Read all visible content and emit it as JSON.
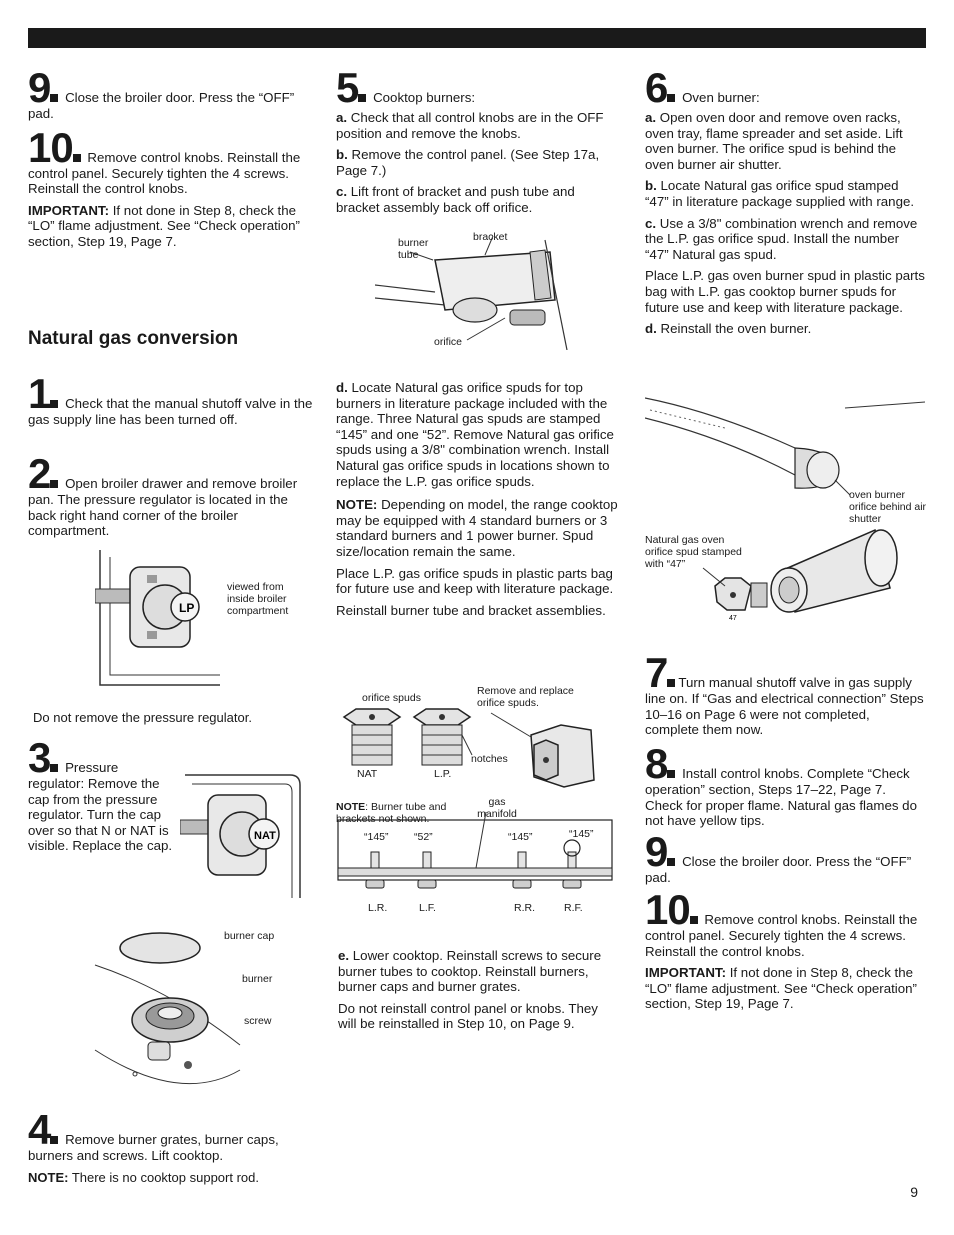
{
  "page_number": "9",
  "left": {
    "s9_num": "9",
    "s9_text": "Close the broiler door. Press the “OFF” pad.",
    "s10_num": "10",
    "s10_text": "Remove control knobs. Reinstall the control panel. Securely tighten the 4 screws. Reinstall the control knobs.",
    "important_label": "IMPORTANT:",
    "important_text": " If not done in Step 8, check the “LO” flame adjustment. See “Check operation” section, Step 19, Page 7.",
    "heading": "Natural gas conversion",
    "s1_num": "1",
    "s1_text": "Check that the manual shutoff valve in the gas supply line has been turned off.",
    "s2_num": "2",
    "s2_text": "Open broiler drawer and remove broiler pan. The pressure regulator is located in the back right hand corner of the broiler compartment.",
    "fig_regulator_label": "viewed from inside broiler compartment",
    "fig_regulator_letters": "LP",
    "regulator_caption": "Do not remove the pressure regulator.",
    "s3_num": "3",
    "s3_text": "Pressure regulator: Remove the cap from the pressure regulator. Turn the cap over so that N or NAT is visible. Replace the cap.",
    "fig_nat_letters": "NAT",
    "fig_burner_cap": "burner cap",
    "fig_burner": "burner",
    "fig_screw": "screw",
    "s4_num": "4",
    "s4_text": "Remove burner grates, burner caps, burners and screws. Lift cooktop.",
    "note_label": "NOTE:",
    "note_text": " There is no cooktop support rod."
  },
  "middle": {
    "s5_num": "5",
    "s5_text": "Cooktop burners:",
    "a_label": "a.",
    "a_text": " Check that all control knobs are in the OFF position and remove the knobs.",
    "b_label": "b.",
    "b_text": " Remove the control panel. (See Step 17a, Page 7.)",
    "c_label": "c.",
    "c_text": " Lift front of bracket and push tube and bracket assembly back off orifice.",
    "fig_burner_tube": "burner tube",
    "fig_bracket": "bracket",
    "fig_orifice": "orifice",
    "d_label": "d.",
    "d_text": " Locate Natural gas orifice spuds for top burners in literature package included with the range. Three Natural gas spuds are stamped “145” and one “52”. Remove Natural gas orifice spuds using a 3/8\" combination wrench. Install Natural gas orifice spuds in locations shown to replace the L.P. gas orifice spuds.",
    "note2_label": "NOTE:",
    "note2_text": " Depending on model, the range cooktop may be equipped with 4 standard burners or 3 standard burners and 1 power burner. Spud size/location remain the same.",
    "p_place": "Place L.P. gas orifice spuds in plastic parts bag for future use and keep with literature package.",
    "p_reinstall": "Reinstall burner tube and bracket assemblies.",
    "fig_orifice_spuds": "orifice spuds",
    "fig_remove_replace": "Remove and replace orifice spuds.",
    "fig_nat": "NAT",
    "fig_lp": "L.P.",
    "fig_notches": "notches",
    "fig_note_label": "NOTE",
    "fig_note_text": ": Burner tube and brackets not shown.",
    "fig_gas_manifold": "gas manifold",
    "fig_145a": "“145”",
    "fig_52": "“52”",
    "fig_145b": "“145”",
    "fig_145c": "“145”",
    "fig_lr": "L.R.",
    "fig_lf": "L.F.",
    "fig_rr": "R.R.",
    "fig_rf": "R.F.",
    "e_label": "e.",
    "e_text": " Lower cooktop. Reinstall screws to secure burner tubes to cooktop. Reinstall burners, burner caps and burner grates.",
    "p_donot": "Do not reinstall control panel or knobs. They will be reinstalled in Step 10, on Page 9."
  },
  "right": {
    "s6_num": "6",
    "s6_text": "Oven burner:",
    "a_label": "a.",
    "a_text": " Open oven door and remove oven racks, oven tray, flame spreader and set aside. Lift oven burner. The orifice spud is behind the oven burner air shutter.",
    "b_label": "b.",
    "b_text": " Locate Natural gas orifice spud stamped “47” in literature package supplied with range.",
    "c_label": "c.",
    "c_text": " Use a 3/8\" combination wrench and remove the L.P. gas orifice spud. Install the number “47” Natural gas spud.",
    "p_place": "Place L.P. gas oven burner spud in plastic parts bag with L.P. gas cooktop burner spuds for future use and keep with literature package.",
    "d_label": "d.",
    "d_text": " Reinstall the oven burner.",
    "fig_oven_label": "oven burner orifice behind air shutter",
    "fig_spud_label": "Natural gas oven orifice spud stamped with “47”",
    "fig_47": "47",
    "s7_num": "7",
    "s7_text": "Turn manual shutoff valve in gas supply line on. If “Gas and electrical connection” Steps 10–16 on Page 6 were not completed, complete them now.",
    "s8_num": "8",
    "s8_text": "Install control knobs. Complete “Check operation” section, Steps 17–22, Page 7. Check for proper flame. Natural gas flames do not have yellow tips.",
    "s9_num": "9",
    "s9_text": "Close the broiler door. Press the “OFF” pad.",
    "s10_num": "10",
    "s10_text": "Remove control knobs. Reinstall the control panel. Securely tighten the 4 screws. Reinstall the control knobs.",
    "important_label": "IMPORTANT:",
    "important_text": " If not done in Step 8, check the “LO” flame adjustment. See “Check operation” section, Step 19, Page 7."
  }
}
